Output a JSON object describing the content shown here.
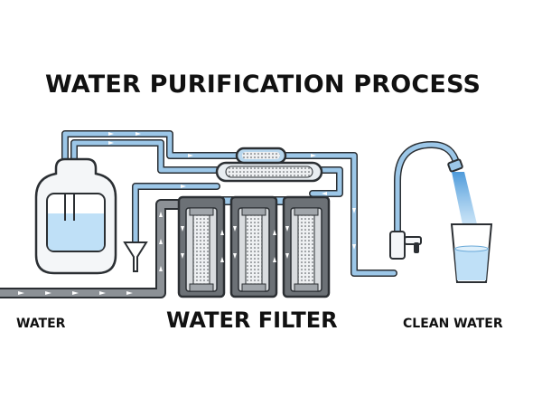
{
  "title": "WATER PURIFICATION PROCESS",
  "labels": {
    "input": "WATER",
    "filter": "WATER FILTER",
    "output": "CLEAN WATER"
  },
  "colors": {
    "outline": "#2b2f33",
    "pipe_blue": "#9cc7e8",
    "pipe_gray": "#8c9196",
    "water": "#bfe0f7",
    "filter_body": "#d9dcdf",
    "filter_dark": "#6c7176",
    "arrow": "#ffffff"
  }
}
